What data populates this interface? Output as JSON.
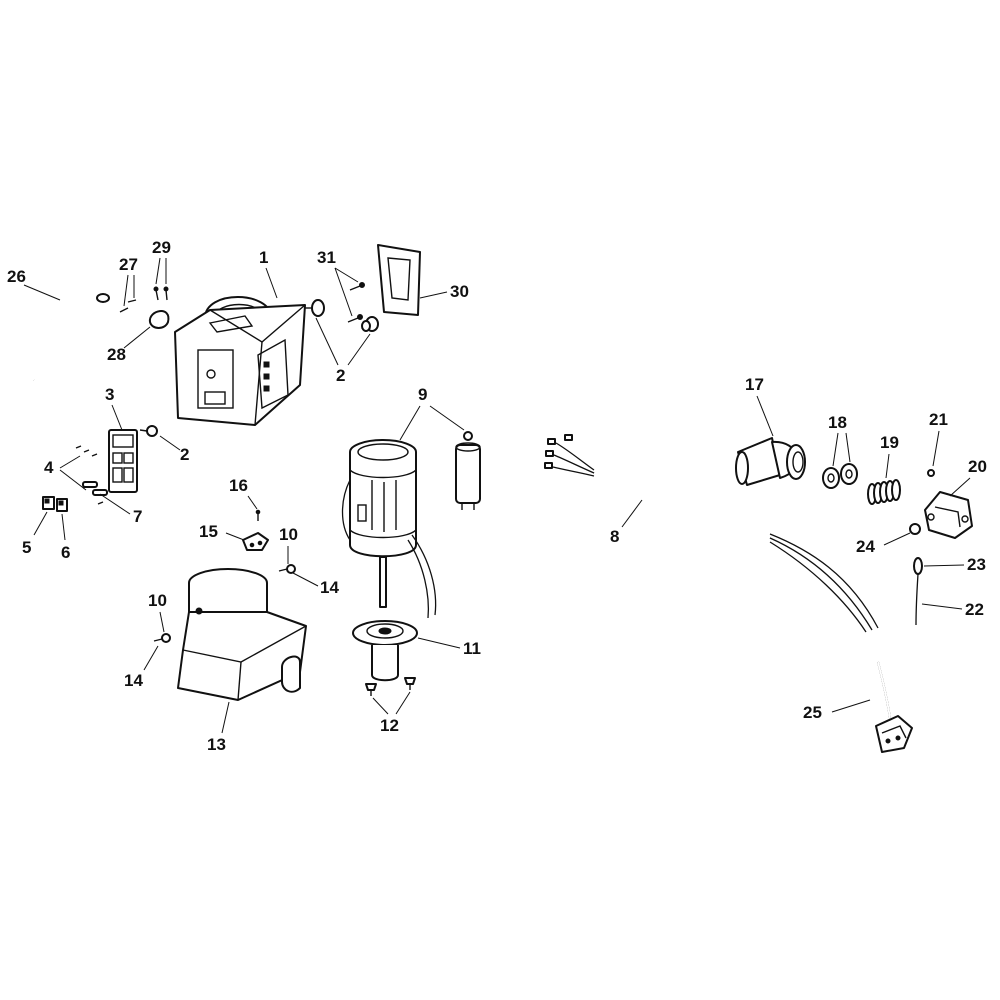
{
  "diagram": {
    "type": "exploded-parts-view",
    "colors": {
      "line": "#111111",
      "background": "#ffffff"
    },
    "callouts": {
      "n1": "1",
      "n2a": "2",
      "n2b": "2",
      "n3": "3",
      "n4": "4",
      "n5": "5",
      "n6": "6",
      "n7": "7",
      "n8": "8",
      "n9": "9",
      "n10a": "10",
      "n10b": "10",
      "n11": "11",
      "n12": "12",
      "n13": "13",
      "n14a": "14",
      "n14b": "14",
      "n15": "15",
      "n16": "16",
      "n17": "17",
      "n18": "18",
      "n19": "19",
      "n20": "20",
      "n21": "21",
      "n22": "22",
      "n23": "23",
      "n24": "24",
      "n25": "25",
      "n26": "26",
      "n27": "27",
      "n28": "28",
      "n29": "29",
      "n30": "30",
      "n31": "31"
    }
  }
}
